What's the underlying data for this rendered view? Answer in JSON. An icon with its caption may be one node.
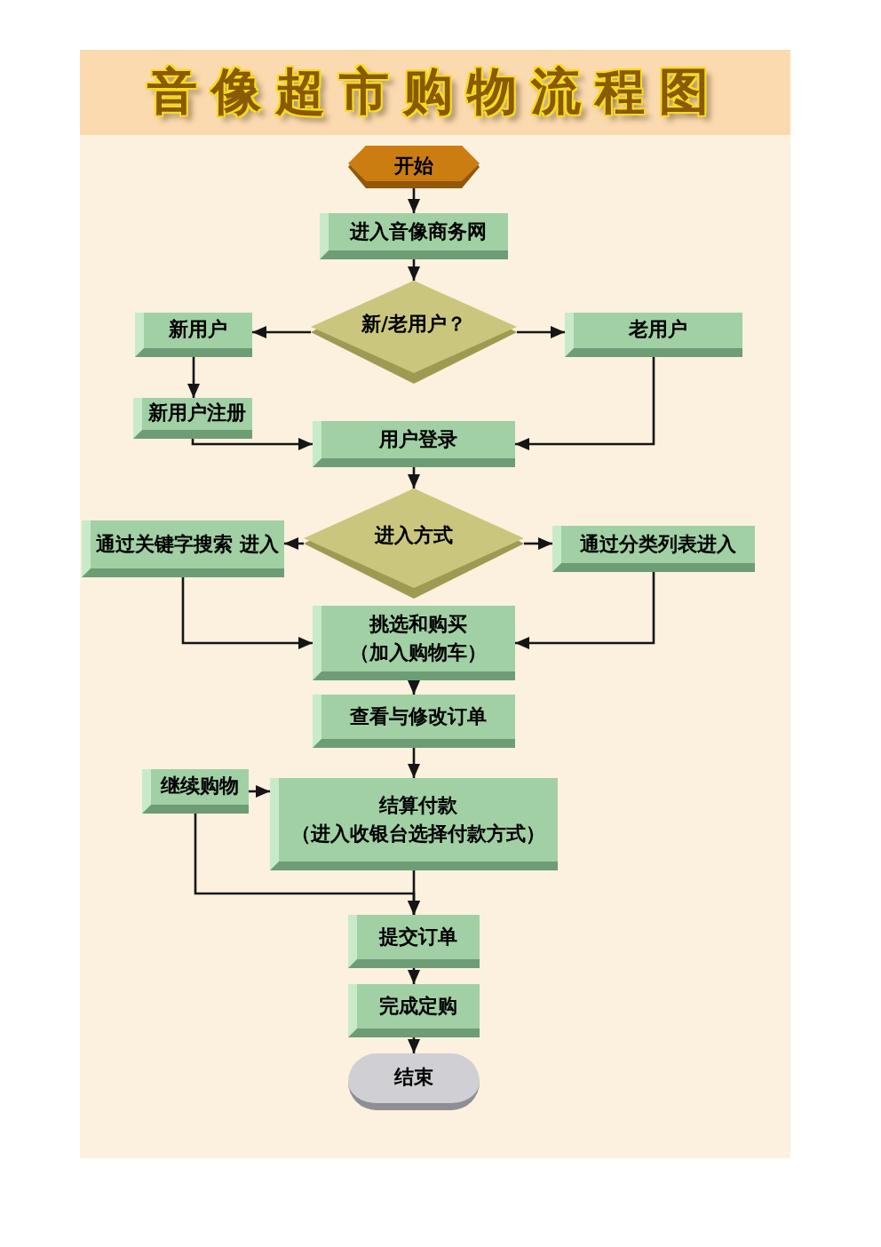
{
  "diagram": {
    "title": "音像超市购物流程图",
    "nodes": [
      {
        "text": [
          "开始"
        ]
      },
      {
        "text": [
          "进入音像商务网"
        ]
      },
      {
        "text": [
          "新/老用户？"
        ]
      },
      {
        "text": [
          "新用户"
        ]
      },
      {
        "text": [
          "老用户"
        ]
      },
      {
        "text": [
          "新用户注册"
        ]
      },
      {
        "text": [
          "用户登录"
        ]
      },
      {
        "text": [
          "进入方式"
        ]
      },
      {
        "text": [
          "通过关键字搜索 进入"
        ]
      },
      {
        "text": [
          "通过分类列表进入"
        ]
      },
      {
        "text": [
          "挑选和购买",
          "（加入购物车）"
        ]
      },
      {
        "text": [
          "查看与修改订单"
        ]
      },
      {
        "text": [
          "继续购物"
        ]
      },
      {
        "text": [
          "结算付款",
          "（进入收银台选择付款方式）"
        ]
      },
      {
        "text": [
          "提交订单"
        ]
      },
      {
        "text": [
          "完成定购"
        ]
      },
      {
        "text": [
          "结束"
        ]
      }
    ],
    "edges": [
      {
        "from": 0,
        "to": 1,
        "arrow": "to"
      },
      {
        "from": 1,
        "to": 2,
        "arrow": "to"
      },
      {
        "from": 2,
        "to": 3,
        "arrow": "to"
      },
      {
        "from": 2,
        "to": 4,
        "arrow": "to"
      },
      {
        "from": 3,
        "to": 5,
        "arrow": "to"
      },
      {
        "from": 5,
        "to": 6,
        "arrow": "to"
      },
      {
        "from": 4,
        "to": 6,
        "arrow": "to"
      },
      {
        "from": 6,
        "to": 7,
        "arrow": "to"
      },
      {
        "from": 7,
        "to": 8,
        "arrow": "to"
      },
      {
        "from": 7,
        "to": 9,
        "arrow": "to"
      },
      {
        "from": 8,
        "to": 10,
        "arrow": "to"
      },
      {
        "from": 9,
        "to": 10,
        "arrow": "to"
      },
      {
        "from": 10,
        "to": 11,
        "arrow": "to"
      },
      {
        "from": 11,
        "to": 13,
        "arrow": "to"
      },
      {
        "from": 12,
        "to": 13,
        "arrow": "to"
      },
      {
        "from": 12,
        "to": 14,
        "arrow": "to"
      },
      {
        "from": 13,
        "to": 14,
        "arrow": "to"
      },
      {
        "from": 14,
        "to": 15,
        "arrow": "to"
      },
      {
        "from": 15,
        "to": 16,
        "arrow": "to"
      }
    ]
  }
}
